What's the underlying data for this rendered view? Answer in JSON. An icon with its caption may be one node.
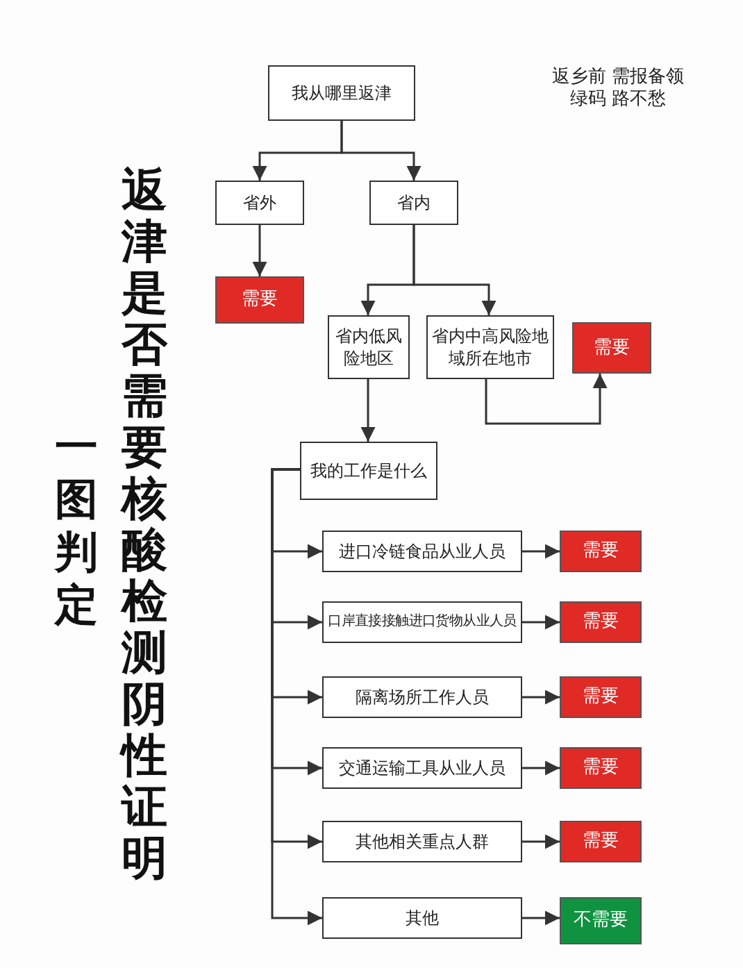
{
  "diagram": {
    "title": "返津是否需要核酸检测阴性证明",
    "nodes": [
      {
        "text": [
          "我从哪里返津"
        ]
      },
      {
        "text": [
          "省外"
        ]
      },
      {
        "text": [
          "省内"
        ]
      },
      {
        "text": [
          "需要"
        ]
      },
      {
        "text": [
          "省内低风险地区"
        ]
      },
      {
        "text": [
          "省内中高风险地域所在地市"
        ]
      },
      {
        "text": [
          "需要"
        ]
      },
      {
        "text": [
          "我的工作是什么"
        ]
      },
      {
        "text": [
          "进口冷链食品从业人员"
        ]
      },
      {
        "text": [
          "口岸直接接触进口货物从业人员"
        ]
      },
      {
        "text": [
          "隔离场所工作人员"
        ]
      },
      {
        "text": [
          "交通运输工具从业人员"
        ]
      },
      {
        "text": [
          "其他相关重点人群"
        ]
      },
      {
        "text": [
          "其他"
        ]
      },
      {
        "text": [
          "需要"
        ]
      },
      {
        "text": [
          "需要"
        ]
      },
      {
        "text": [
          "需要"
        ]
      },
      {
        "text": [
          "需要"
        ]
      },
      {
        "text": [
          "需要"
        ]
      },
      {
        "text": [
          "不需要"
        ]
      }
    ],
    "edges": [
      {
        "from": 0,
        "to": 1,
        "arrow": "to"
      },
      {
        "from": 0,
        "to": 2,
        "arrow": "to"
      },
      {
        "from": 1,
        "to": 3,
        "arrow": "to"
      },
      {
        "from": 2,
        "to": 4,
        "arrow": "to"
      },
      {
        "from": 2,
        "to": 5,
        "arrow": "to"
      },
      {
        "from": 5,
        "to": 6,
        "arrow": "to"
      },
      {
        "from": 4,
        "to": 7,
        "arrow": "to"
      },
      {
        "from": 7,
        "to": 8,
        "arrow": "to"
      },
      {
        "from": 7,
        "to": 9,
        "arrow": "to"
      },
      {
        "from": 7,
        "to": 10,
        "arrow": "to"
      },
      {
        "from": 7,
        "to": 11,
        "arrow": "to"
      },
      {
        "from": 7,
        "to": 12,
        "arrow": "to"
      },
      {
        "from": 7,
        "to": 13,
        "arrow": "to"
      },
      {
        "from": 8,
        "to": 14,
        "arrow": "to"
      },
      {
        "from": 9,
        "to": 15,
        "arrow": "to"
      },
      {
        "from": 10,
        "to": 16,
        "arrow": "to"
      },
      {
        "from": 11,
        "to": 17,
        "arrow": "to"
      },
      {
        "from": 12,
        "to": 18,
        "arrow": "to"
      },
      {
        "from": 13,
        "to": 19,
        "arrow": "to"
      }
    ],
    "labels": [
      "一图判定",
      "返乡前 需报备领绿码 路不愁"
    ]
  }
}
